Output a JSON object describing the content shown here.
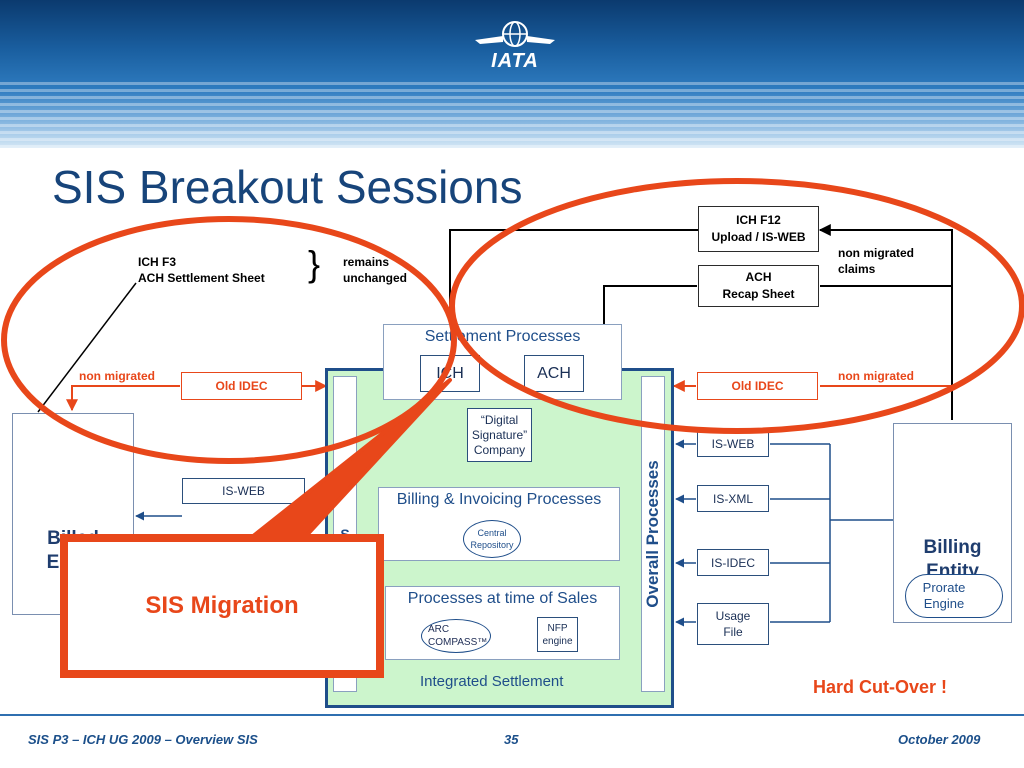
{
  "header": {
    "logo_text": "IATA"
  },
  "title": "SIS Breakout Sessions",
  "diagram": {
    "top_left_label_line1": "ICH F3",
    "top_left_label_line2": "ACH Settlement Sheet",
    "remains_line1": "remains",
    "remains_line2": "unchanged",
    "ich_f12_line1": "ICH F12",
    "ich_f12_line2": "Upload / IS-WEB",
    "non_migrated_claims_line1": "non migrated",
    "non_migrated_claims_line2": "claims",
    "ach_recap_line1": "ACH",
    "ach_recap_line2": "Recap Sheet",
    "settlement_processes": "Settlement Processes",
    "ich": "ICH",
    "ach": "ACH",
    "digital_sig_line1": "“Digital",
    "digital_sig_line2": "Signature”",
    "digital_sig_line3": "Company",
    "billing_invoicing": "Billing & Invoicing Processes",
    "central_repo_line1": "Central",
    "central_repo_line2": "Repository",
    "processes_time_of_sales": "Processes at time of Sales",
    "arc_line1": "ARC",
    "arc_line2": "COMPASS™",
    "nfp_line1": "NFP",
    "nfp_line2": "engine",
    "integrated_settlement": "Integrated Settlement",
    "overall_processes": "Overall Processes",
    "left_sidebar_fragment": "S",
    "non_migrated_left": "non migrated",
    "non_migrated_right": "non migrated",
    "old_idec_left": "Old IDEC",
    "old_idec_right": "Old IDEC",
    "is_web_left": "IS-WEB",
    "is_web_right": "IS-WEB",
    "is_xml": "IS-XML",
    "is_idec": "IS-IDEC",
    "usage_file_line1": "Usage",
    "usage_file_line2": "File",
    "billed_entity_line1": "Billed",
    "billed_entity_line2": "Entity",
    "billing_entity_line1": "Billing",
    "billing_entity_line2": "Entity",
    "prorate_line1": "Prorate",
    "prorate_line2": "Engine",
    "sis_migration": "SIS Migration",
    "hard_cutover": "Hard Cut-Over !"
  },
  "footer": {
    "left": "SIS P3 – ICH UG 2009 – Overview SIS",
    "page": "35",
    "date": "October 2009"
  },
  "colors": {
    "title_blue": "#17447a",
    "highlight_red": "#e8471a",
    "integrated_green": "#ccf5cc",
    "connector_blue": "#1f4e8a"
  }
}
